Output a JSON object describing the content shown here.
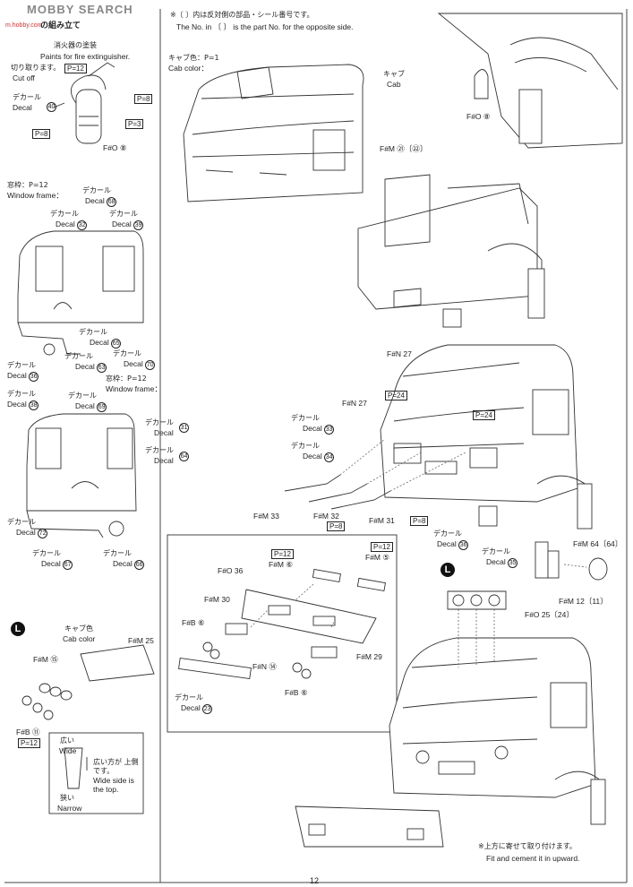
{
  "watermark": {
    "text": "MOBBY SEARCH",
    "site": "m.hobby.com"
  },
  "page_number": "12",
  "title_fragment": "の組み立て",
  "header_note": {
    "jp": "※〔 〕内は反対側の部品・シール番号です。",
    "en": "The No. in 〔 〕 is the part No. for the opposite side."
  },
  "extinguisher": {
    "paint_jp": "消火器の塗装",
    "paint_en": "Paints for fire extinguisher.",
    "cutoff_jp": "切り取ります。",
    "cutoff_en": "Cut off",
    "cutoff_part": "P=12",
    "decal_jp": "デカール",
    "decal_en": "Decal",
    "decal_num": "40",
    "p8": "P=8",
    "p3": "P=3",
    "p8b": "P=8",
    "fo8": "F#O ⑧"
  },
  "window_frame": {
    "jp": "窓枠：P=12",
    "en": "Window frame："
  },
  "decals_left": {
    "d68": "68",
    "d32": "32",
    "d39": "39",
    "d65": "65",
    "d63": "63",
    "d70": "70",
    "d38": "38",
    "d69": "69",
    "d31": "31",
    "d64": "64",
    "d72": "72",
    "d67": "67",
    "d66": "66",
    "d36": "36"
  },
  "window_frame2": {
    "jp": "窓枠：P=12",
    "en": "Window frame："
  },
  "cab_color": {
    "jp": "キャブ色：P=1",
    "en": "Cab color："
  },
  "cab_label": {
    "jp": "キャブ",
    "en": "Cab"
  },
  "fm21": "F#M ㉑〔㉒〕",
  "fo8_top": "F#O ⑧",
  "section_n": {
    "fn27a": "F#N 27",
    "fn27b": "F#N 27",
    "p24a": "P=24",
    "p24b": "P=24",
    "decal33": "33",
    "decal34": "34",
    "fm33": "F#M 33",
    "fm32": "F#M 32",
    "p8a": "P=8",
    "fm31": "F#M 31",
    "p8b": "P=8",
    "decal36": "36",
    "decal35": "35",
    "fm64": "F#M 64〔64〕",
    "fm12": "F#M 12〔11〕",
    "fo25": "F#O 25〔24〕"
  },
  "bumper": {
    "p12a": "P=12",
    "fm6": "F#M ⑥",
    "p12b": "P=12",
    "fm5": "F#M ⑤",
    "fo36": "F#O 36",
    "fm30": "F#M 30",
    "fb6": "F#B ⑥",
    "fn14": "F#N ⑭",
    "fm29": "F#M 29",
    "fb6b": "F#B ⑥",
    "decal23": "23"
  },
  "l_left": {
    "badge": "L",
    "cab_color_jp": "キャブ色",
    "cab_color_en": "Cab color",
    "fm25": "F#M 25",
    "fm15": "F#M ⑮",
    "fb11": "F#B ⑪",
    "p12": "P=12",
    "wide_jp": "広い",
    "wide_en": "Wide",
    "narrow_jp": "狭い",
    "narrow_en": "Narrow",
    "note_jp": "広い方が 上側です。",
    "note_en": "Wide side is the top."
  },
  "l_right": {
    "badge": "L",
    "note_jp": "※上方に寄せて取り付けます。",
    "note_en": "Fit and cement it in upward."
  },
  "decal_word_jp": "デカール",
  "decal_word_en": "Decal"
}
